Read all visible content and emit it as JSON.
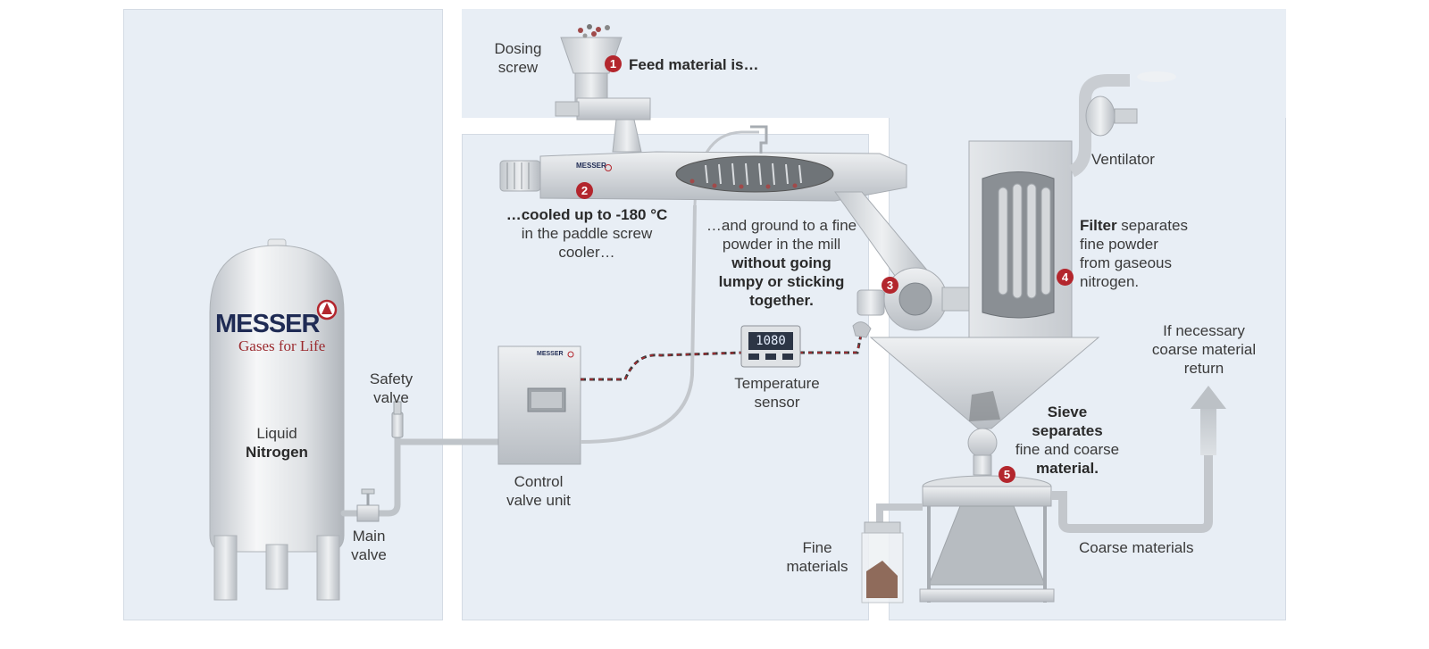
{
  "brand": {
    "name": "MESSER",
    "tagline": "Gases for Life",
    "small_logo": "MESSER"
  },
  "colors": {
    "panel": "#e8eef5",
    "steel": "#c9cdd2",
    "accent": "#b3262d",
    "brand_text": "#1f2b54"
  },
  "labels": {
    "dosing_screw": [
      "Dosing",
      "screw"
    ],
    "step1": {
      "number": "1",
      "text": "Feed material is…"
    },
    "step2": {
      "number": "2",
      "bold": "…cooled up to -180 °C",
      "lines": [
        "in the paddle screw",
        "cooler…"
      ]
    },
    "step3": {
      "number": "3",
      "lines": [
        "…and ground to a fine",
        "powder in the mill"
      ],
      "bold_lines": [
        "without going",
        "lumpy or sticking",
        "together."
      ]
    },
    "step4": {
      "number": "4",
      "bold": "Filter",
      "rest": " separates",
      "lines": [
        "fine powder",
        "from gaseous",
        "nitrogen."
      ]
    },
    "step5": {
      "number": "5",
      "bold_lines": [
        "Sieve",
        "separates"
      ],
      "line": "fine and coarse",
      "bold_end": "material."
    },
    "ventilator": "Ventilator",
    "return": [
      "If necessary",
      "coarse material",
      "return"
    ],
    "temperature_sensor": [
      "Temperature",
      "sensor"
    ],
    "control_valve": [
      "Control",
      "valve unit"
    ],
    "safety_valve": [
      "Safety",
      "valve"
    ],
    "main_valve": [
      "Main",
      "valve"
    ],
    "tank": {
      "line1": "Liquid",
      "line2": "Nitrogen"
    },
    "fine_materials": [
      "Fine",
      "materials"
    ],
    "coarse_materials": "Coarse materials",
    "sensor_display": "1080"
  }
}
